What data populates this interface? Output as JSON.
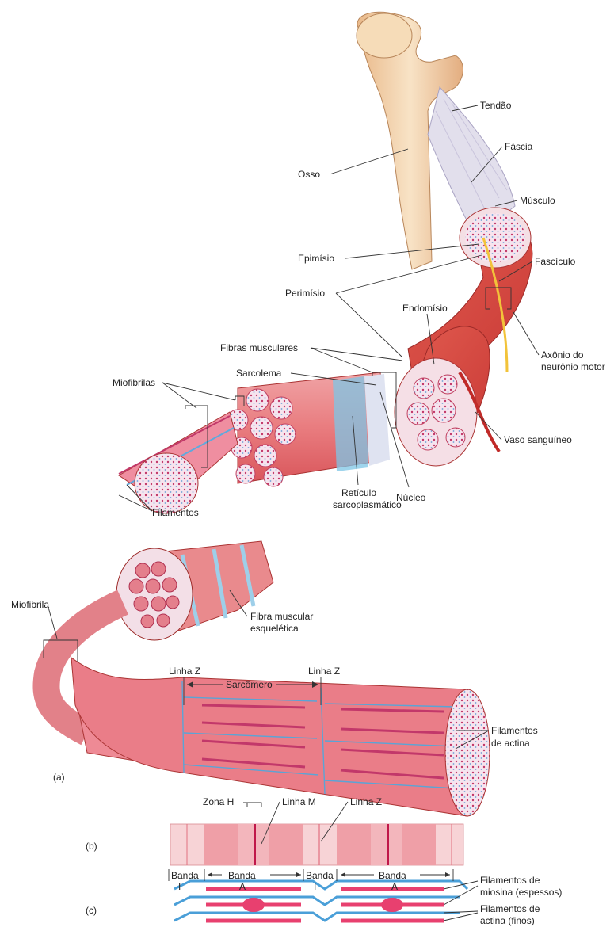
{
  "labels": {
    "tendao": "Tendão",
    "fascia": "Fáscia",
    "osso": "Osso",
    "musculo": "Músculo",
    "epimisio": "Epimísio",
    "fasciculo": "Fascículo",
    "perimisio": "Perimísio",
    "endomisio": "Endomísio",
    "fibras_musculares": "Fibras musculares",
    "axonio_1": "Axônio do",
    "axonio_2": "neurônio motor",
    "miofibrilas": "Miofibrilas",
    "sarcolema": "Sarcolema",
    "vaso": "Vaso sanguíneo",
    "reticulo_1": "Retículo",
    "reticulo_2": "sarcoplasmático",
    "nucleo": "Núcleo",
    "filamentos": "Filamentos",
    "miofibrila": "Miofibrila",
    "fibra_esq_1": "Fibra muscular",
    "fibra_esq_2": "esquelética",
    "linha_z_1": "Linha Z",
    "sarcomero": "Sarcômero",
    "linha_z_2": "Linha Z",
    "filamentos_actina_1": "Filamentos",
    "filamentos_actina_2": "de actina",
    "zona_h": "Zona H",
    "linha_m": "Linha M",
    "linha_z_3": "Linha Z",
    "banda_i_1a": "Banda",
    "banda_i_1b": "I",
    "banda_a_1a": "Banda",
    "banda_a_1b": "A",
    "banda_i_2a": "Banda",
    "banda_i_2b": "I",
    "banda_a_2a": "Banda",
    "banda_a_2b": "A",
    "miosina_1": "Filamentos de",
    "miosina_2": "miosina (espessos)",
    "actina_fino_1": "Filamentos de",
    "actina_fino_2": "actina (finos)"
  },
  "panel_letters": {
    "a": "(a)",
    "b": "(b)",
    "c": "(c)"
  },
  "colors": {
    "bone": "#f4d9b4",
    "muscle": "#e4574f",
    "fascia": "#d9d6e6",
    "fiber_pink": "#ef9aa8",
    "myosin": "#e8406f",
    "actin": "#4a9fd8",
    "band_light": "#f8d6d8",
    "band_dark": "#ee9ea6"
  }
}
